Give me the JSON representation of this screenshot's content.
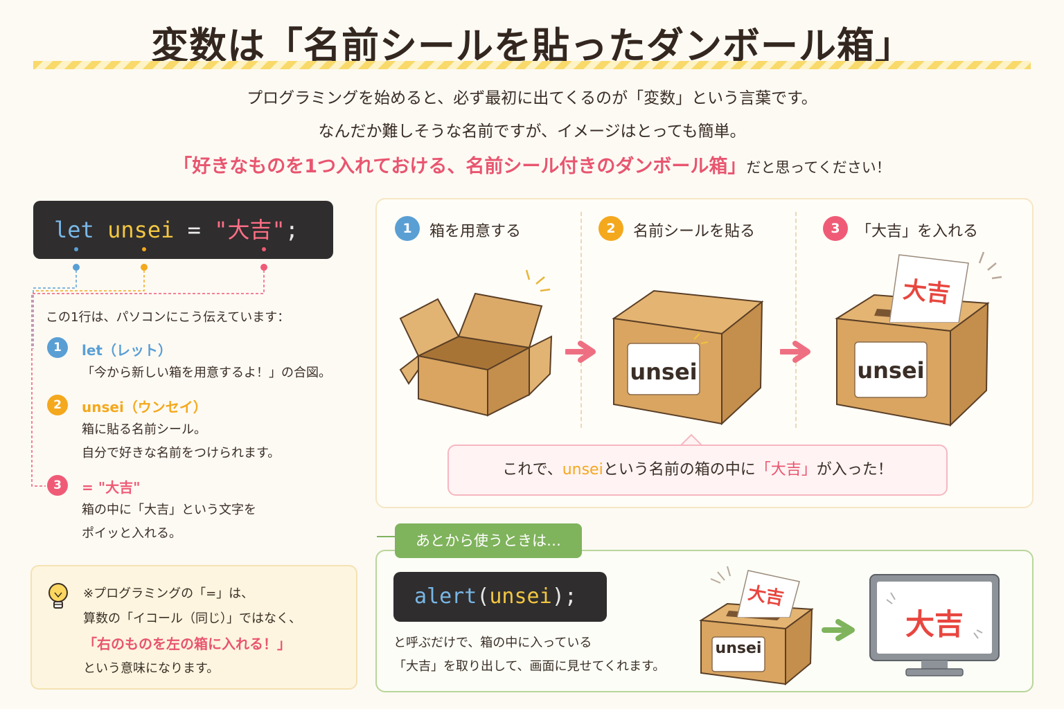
{
  "title": "変数は「名前シールを貼ったダンボール箱」",
  "intro": {
    "line1": "プログラミングを始めると、必ず最初に出てくるのが「変数」という言葉です。",
    "line2": "なんだか難しそうな名前ですが、イメージはとっても簡単。",
    "line3_em": "「好きなものを1つ入れておける、名前シール付きのダンボール箱」",
    "line3_tail": "だと思ってください！"
  },
  "code": {
    "kw": "let",
    "name": "unsei",
    "eq": "=",
    "value": "\"大吉\"",
    "semi": ";"
  },
  "explain": {
    "heading": "この1行は、パソコンにこう伝えています：",
    "items": [
      {
        "num": "1",
        "label": "let（レット）",
        "lines": [
          "「今から新しい箱を用意するよ！」の合図。"
        ]
      },
      {
        "num": "2",
        "label": "unsei（ウンセイ）",
        "lines": [
          "箱に貼る名前シール。",
          "自分で好きな名前をつけられます。"
        ]
      },
      {
        "num": "3",
        "label": "= \"大吉\"",
        "lines": [
          "箱の中に「大吉」という文字を",
          "ポイッと入れる。"
        ]
      }
    ]
  },
  "tip": {
    "line1": "※プログラミングの「=」は、",
    "line2": "算数の「イコール（同じ）」ではなく、",
    "line3": "「右のものを左の箱に入れる！」",
    "line4": "という意味になります。"
  },
  "steps": [
    {
      "num": "1",
      "label": "箱を用意する"
    },
    {
      "num": "2",
      "label": "名前シールを貼る"
    },
    {
      "num": "3",
      "label": "「大吉」を入れる"
    }
  ],
  "box_label": "unsei",
  "card_text": "大吉",
  "result": {
    "pre": "これで、",
    "name": "unsei",
    "mid": "という名前の箱の中に",
    "value": "「大吉」",
    "post": "が入った！"
  },
  "usage": {
    "tab": "あとから使うときは…",
    "code_fn": "alert",
    "code_open": "(",
    "code_arg": "unsei",
    "code_close": ");",
    "line1": "と呼ぶだけで、箱の中に入っている",
    "line2": "「大吉」を取り出して、画面に見せてくれます。",
    "screen_text": "大吉"
  },
  "colors": {
    "blue": "#5a9fd4",
    "orange": "#f4a81d",
    "pink": "#ef5b76",
    "green": "#7fb35c",
    "cardboard": "#d9a561"
  }
}
